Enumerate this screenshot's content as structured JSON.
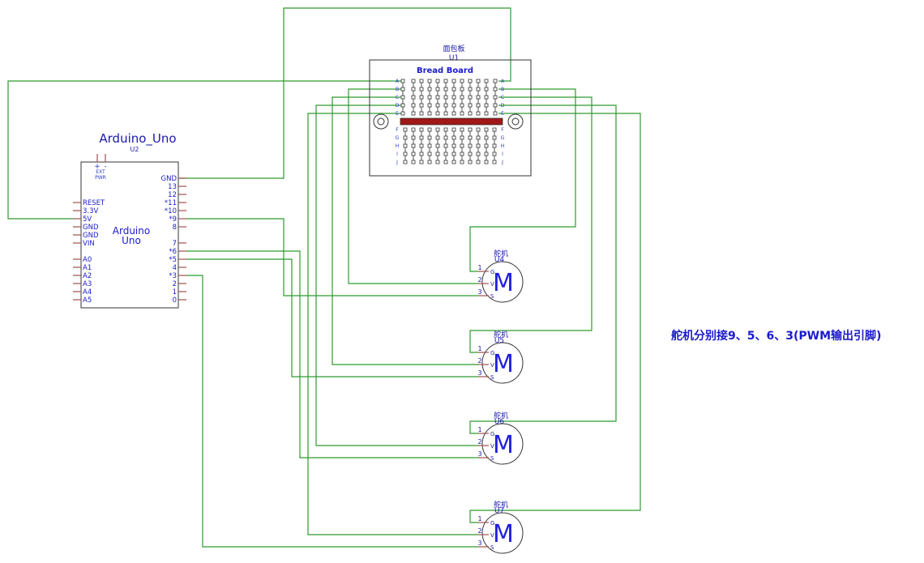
{
  "arduino": {
    "title": "Arduino_Uno",
    "ref": "U2",
    "center_line1": "Arduino",
    "center_line2": "Uno",
    "ext": "EXT",
    "pwr": "PWR",
    "plus": "+",
    "minus": "-",
    "left_pins": [
      "RESET",
      "3.3V",
      "5V",
      "GND",
      "GND",
      "VIN",
      "A0",
      "A1",
      "A2",
      "A3",
      "A4",
      "A5"
    ],
    "right_pins": [
      "GND",
      "13",
      "12",
      "*11",
      "*10",
      "*9",
      "8",
      "7",
      "*6",
      "*5",
      "4",
      "*3",
      "2",
      "1",
      "0"
    ]
  },
  "breadboard": {
    "name": "面包板",
    "ref": "U1",
    "title": "Bread Board",
    "top_rows": [
      "A",
      "B",
      "C",
      "D",
      "E"
    ],
    "bottom_rows": [
      "F",
      "G",
      "H",
      "I",
      "J"
    ],
    "colors": {
      "strip": "#a01818",
      "text": "#1a1acc"
    }
  },
  "servos": [
    {
      "name": "舵机",
      "ref": "U4",
      "letter": "M",
      "pins": [
        "1",
        "2",
        "3"
      ],
      "pin_labels": [
        "G",
        "V",
        "S"
      ]
    },
    {
      "name": "舵机",
      "ref": "U5",
      "letter": "M",
      "pins": [
        "1",
        "2",
        "3"
      ],
      "pin_labels": [
        "G",
        "V",
        "S"
      ]
    },
    {
      "name": "舵机",
      "ref": "U6",
      "letter": "M",
      "pins": [
        "1",
        "2",
        "3"
      ],
      "pin_labels": [
        "G",
        "V",
        "S"
      ]
    },
    {
      "name": "舵机",
      "ref": "U7",
      "letter": "M",
      "pins": [
        "1",
        "2",
        "3"
      ],
      "pin_labels": [
        "G",
        "V",
        "S"
      ]
    }
  ],
  "note": "舵机分别接9、5、6、3(PWM输出引脚)",
  "colors": {
    "wire": "#2e9a2e",
    "pin": "#a05050",
    "label": "#1a1acc"
  }
}
